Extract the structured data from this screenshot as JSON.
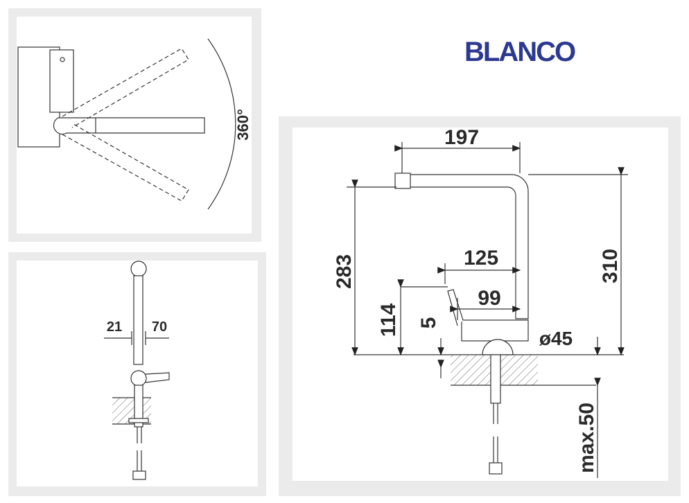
{
  "brand": {
    "name": "BLANCO",
    "color": "#2b3990"
  },
  "top_view": {
    "rotation_label": "360°"
  },
  "side_view": {
    "dim_left": "21",
    "dim_right": "70"
  },
  "main_view": {
    "spout_reach": "197",
    "height_outlet": "283",
    "height_total": "310",
    "handle_reach": "125",
    "handle_offset": "99",
    "handle_height": "114",
    "base_thickness": "5",
    "base_diameter": "ø45",
    "counter_thickness": "max.50"
  }
}
